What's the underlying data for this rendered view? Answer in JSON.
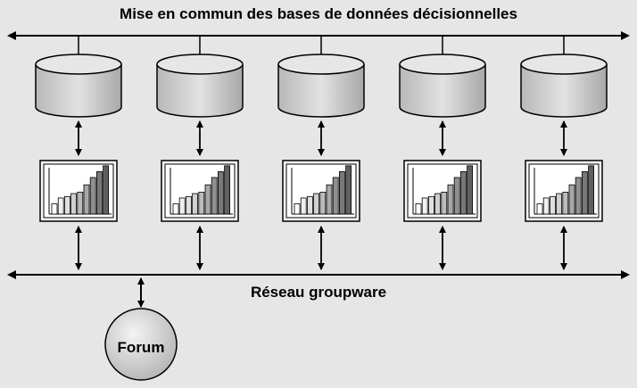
{
  "title": "Mise en commun des bases de données décisionnelles",
  "network_label": "Réseau  groupware",
  "forum_label": "Forum",
  "node_count": 5,
  "colors": {
    "background": "#e6e6e6",
    "cylinder_fill": "#cfcfcf",
    "cylinder_top": "#e4e4e4",
    "line": "#000000",
    "forum_fill": "#d9d9d9"
  }
}
